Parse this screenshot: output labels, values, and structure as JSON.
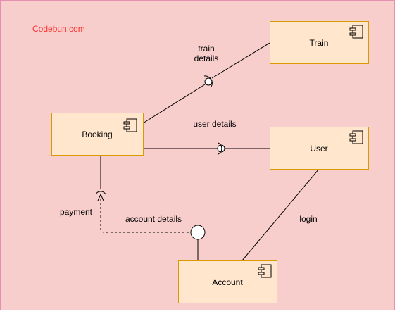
{
  "colors": {
    "background": "#f8cecc",
    "border": "#e68fb0",
    "box_fill": "#ffe6cc",
    "box_stroke": "#d79b00",
    "line": "#000000",
    "watermark": "#ff3333"
  },
  "watermark": "Codebun.com",
  "components": {
    "train": "Train",
    "booking": "Booking",
    "user": "User",
    "account": "Account"
  },
  "labels": {
    "train_details_1": "train",
    "train_details_2": "details",
    "user_details": "user details",
    "payment": "payment",
    "account_details": "account details",
    "login": "login"
  },
  "icons": {
    "component": "uml-component-icon",
    "provided_interface": "lollipop-circle",
    "required_interface": "socket-arc"
  }
}
